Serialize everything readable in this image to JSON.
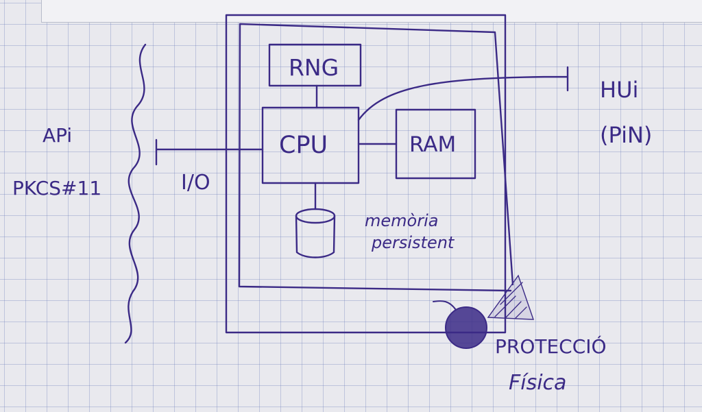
{
  "labels": {
    "rng": "RNG",
    "cpu": "CPU",
    "ram": "RAM",
    "api": "APi",
    "pkcs": "PKCS#11",
    "io": "I/O",
    "hui": "HUi",
    "pin": "(PiN)",
    "memoria_line1": "memòria",
    "memoria_line2": "persistent",
    "proteccio_line1": "PROTECCIÓ",
    "proteccio_line2": "Física"
  },
  "colors": {
    "ink": "#3b2a86",
    "paper": "#e9e9ee",
    "grid": "#6e7db9"
  }
}
